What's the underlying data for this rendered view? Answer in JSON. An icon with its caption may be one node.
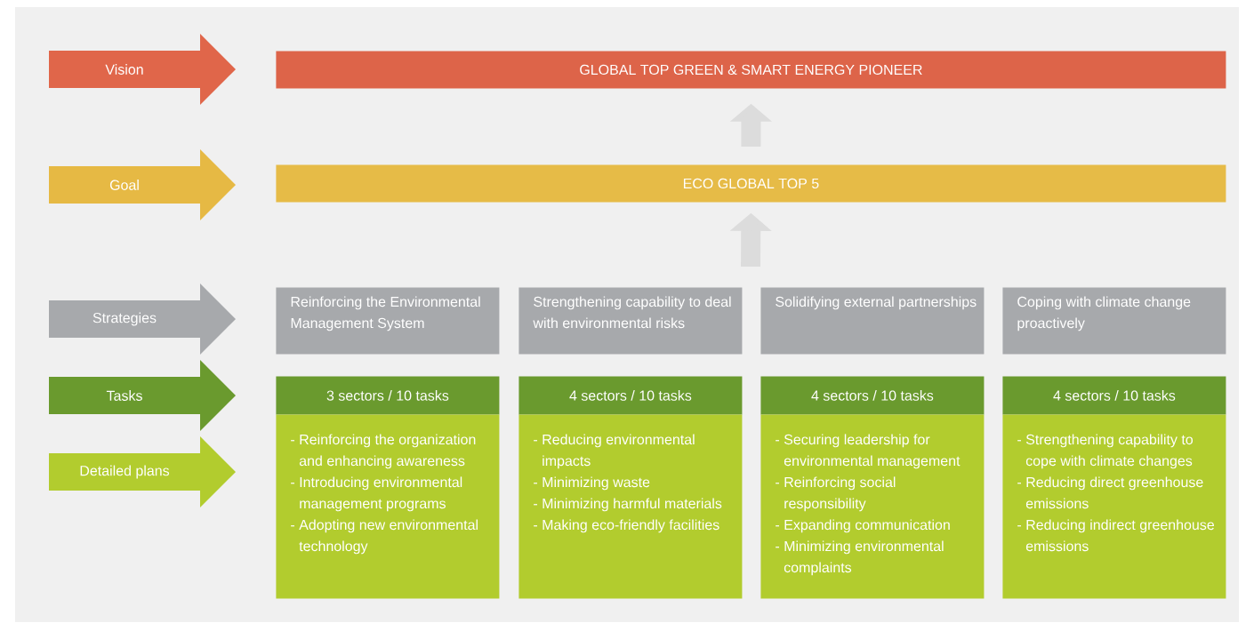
{
  "diagram": {
    "nodes": [
      {
        "text": [
          "Vision"
        ]
      },
      {
        "text": [
          "Goal"
        ]
      },
      {
        "text": [
          "Strategies"
        ]
      },
      {
        "text": [
          "Tasks"
        ]
      },
      {
        "text": [
          "Detailed plans"
        ]
      },
      {
        "text": [
          "GLOBAL TOP GREEN & SMART ENERGY PIONEER"
        ]
      },
      {
        "text": [
          "ECO GLOBAL TOP 5"
        ]
      },
      {
        "text": [
          "Reinforcing the Environmental Management System"
        ]
      },
      {
        "text": [
          "Strengthening capability to deal with environmental risks"
        ]
      },
      {
        "text": [
          "Solidifying external partnerships"
        ]
      },
      {
        "text": [
          "Coping with climate change proactively"
        ]
      },
      {
        "text": [
          "3 sectors / 10 tasks"
        ]
      },
      {
        "text": [
          "4 sectors / 10 tasks"
        ]
      },
      {
        "text": [
          "4 sectors / 10 tasks"
        ]
      },
      {
        "text": [
          "4 sectors / 10 tasks"
        ]
      },
      {
        "text": [
          "- Reinforcing the organization and enhancing awareness",
          "- Introducing environmental management programs",
          "- Adopting new environmental technology"
        ]
      },
      {
        "text": [
          "- Reducing environmental impacts",
          "- Minimizing waste",
          "- Minimizing harmful materials",
          "- Making eco-friendly facilities"
        ]
      },
      {
        "text": [
          "- Securing leadership for environmental management",
          "- Reinforcing social responsibility",
          "- Expanding communication",
          "- Minimizing environmental complaints"
        ]
      },
      {
        "text": [
          "- Strengthening capability to cope with climate changes",
          "- Reducing direct greenhouse emissions",
          "- Reducing indirect greenhouse emissions"
        ]
      }
    ],
    "edges": [
      {
        "from": 6,
        "to": 5,
        "arrow": "to"
      },
      {
        "from": null,
        "to": 6,
        "arrow": "to"
      }
    ]
  }
}
